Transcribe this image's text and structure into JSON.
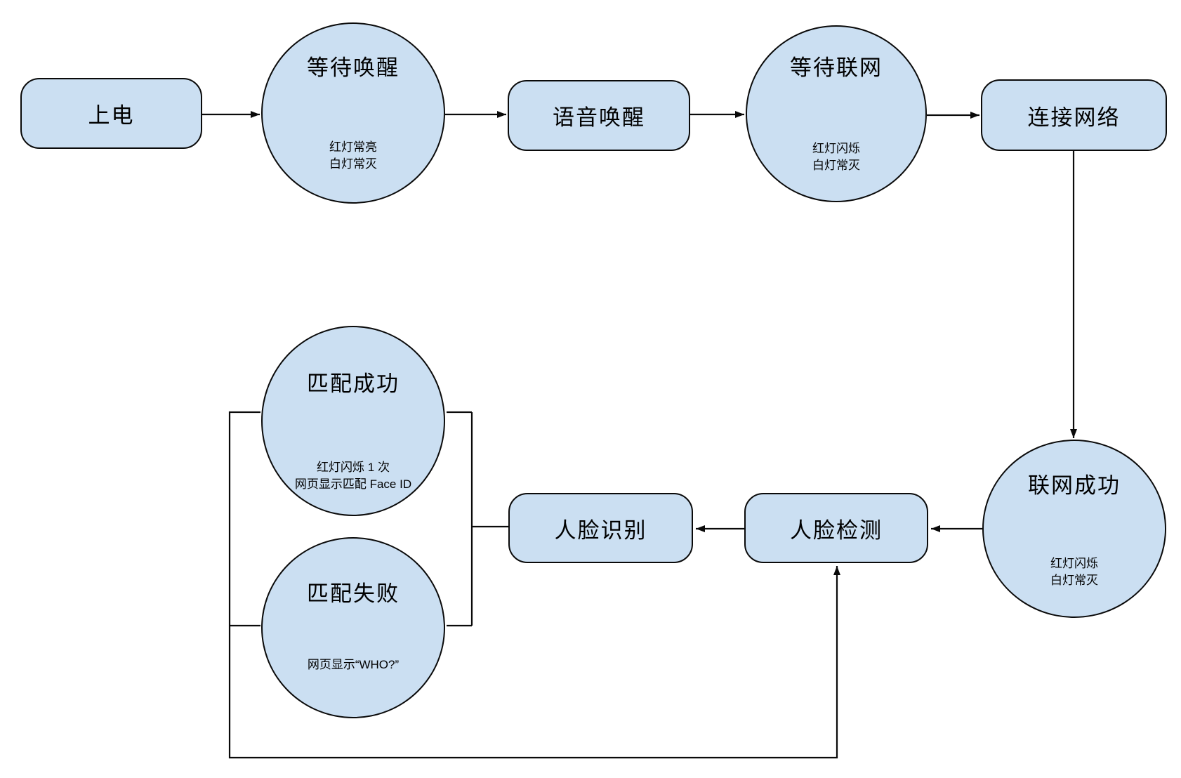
{
  "diagram": {
    "type": "flowchart",
    "background": "#ffffff",
    "shape_fill": "#cbdff2",
    "shape_border": "#0a0a0a",
    "text_color": "#000000"
  },
  "nodes": {
    "power_on": {
      "label": "上电"
    },
    "wait_wake": {
      "label": "等待唤醒",
      "sub": "红灯常亮\n白灯常灭"
    },
    "voice_wake": {
      "label": "语音唤醒"
    },
    "wait_network": {
      "label": "等待联网",
      "sub": "红灯闪烁\n白灯常灭"
    },
    "connect_network": {
      "label": "连接网络"
    },
    "network_success": {
      "label": "联网成功",
      "sub": "红灯闪烁\n白灯常灭"
    },
    "face_detect": {
      "label": "人脸检测"
    },
    "face_recognize": {
      "label": "人脸识别"
    },
    "match_success": {
      "label": "匹配成功",
      "sub": "红灯闪烁 1 次\n网页显示匹配 Face ID"
    },
    "match_fail": {
      "label": "匹配失败",
      "sub": "网页显示“WHO?”"
    }
  }
}
